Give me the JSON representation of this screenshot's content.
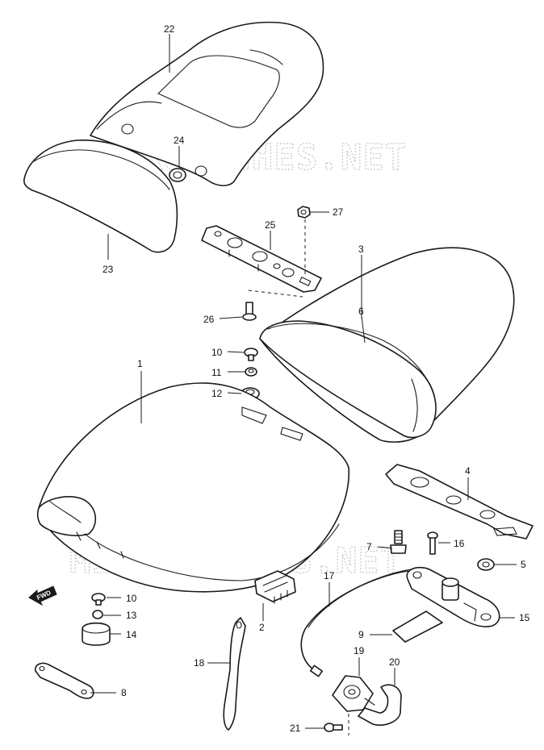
{
  "watermark": "MICROFICHES.NET",
  "direction_label": "FWD",
  "callouts": [
    "1",
    "2",
    "3",
    "4",
    "5",
    "6",
    "7",
    "8",
    "9",
    "10",
    "10",
    "11",
    "12",
    "13",
    "14",
    "15",
    "16",
    "17",
    "18",
    "19",
    "20",
    "21",
    "22",
    "23",
    "24",
    "25",
    "26",
    "27"
  ],
  "colors": {
    "line": "#1a1a1a",
    "watermark": "#c8c8c8",
    "background": "#ffffff"
  }
}
